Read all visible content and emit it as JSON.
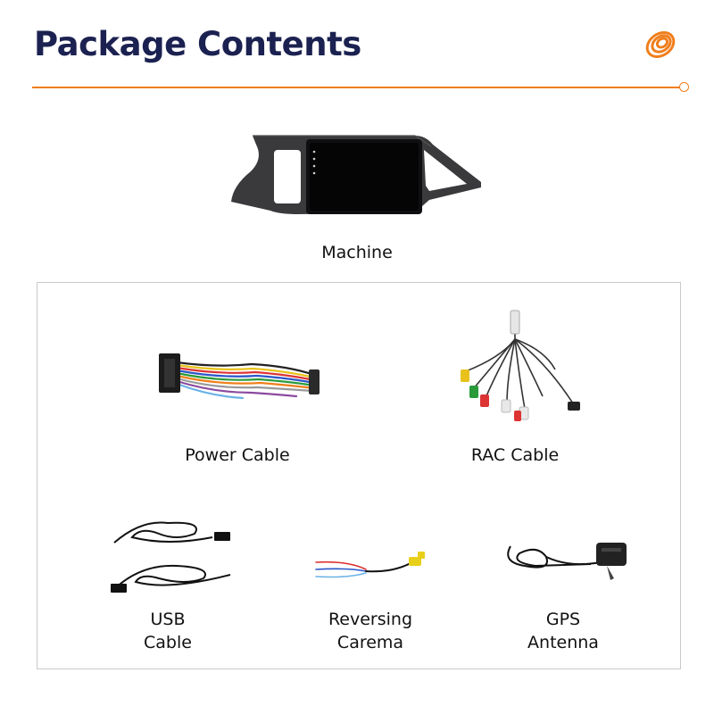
{
  "header": {
    "title": "Package Contents",
    "logo_icon": "orange-ring-logo-icon",
    "accent_color": "#f07e1b",
    "title_color": "#1b2150"
  },
  "machine": {
    "label": "Machine",
    "image_icon": "car-stereo-head-unit"
  },
  "items": [
    {
      "label": "Power Cable",
      "image_icon": "power-harness"
    },
    {
      "label": "RAC Cable",
      "image_icon": "rca-cable-bundle"
    },
    {
      "label_line1": "USB",
      "label_line2": "Cable",
      "image_icon": "usb-cables"
    },
    {
      "label_line1": "Reversing",
      "label_line2": "Carema",
      "image_icon": "reversing-camera-cable"
    },
    {
      "label_line1": "GPS",
      "label_line2": "Antenna",
      "image_icon": "gps-antenna"
    }
  ]
}
